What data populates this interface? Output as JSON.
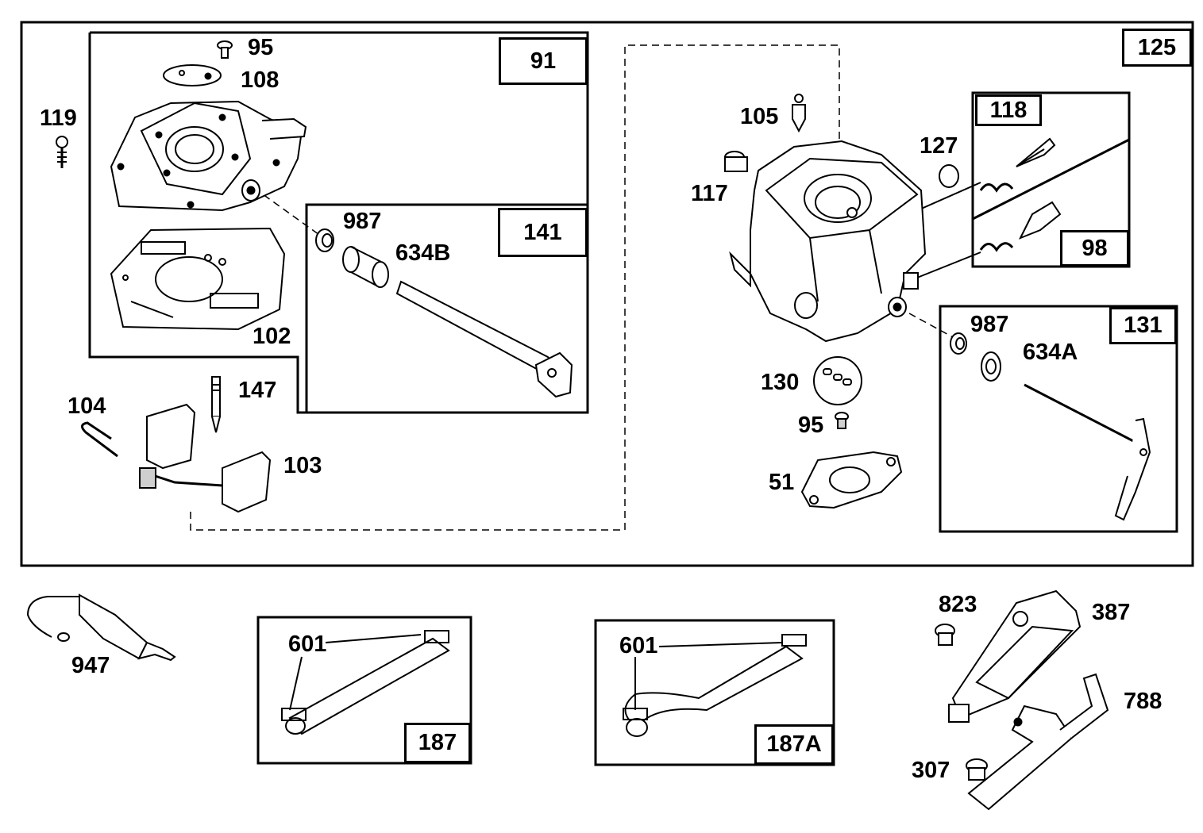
{
  "kits": {
    "k125": "125",
    "k91": "91",
    "k141": "141",
    "k118": "118",
    "k98": "98",
    "k131": "131",
    "k187": "187",
    "k187a": "187A"
  },
  "callouts": {
    "c95a": "95",
    "c108": "108",
    "c119": "119",
    "c987a": "987",
    "c634b": "634B",
    "c102": "102",
    "c147": "147",
    "c104": "104",
    "c103": "103",
    "c105": "105",
    "c127": "127",
    "c117": "117",
    "c987b": "987",
    "c634a": "634A",
    "c130": "130",
    "c95b": "95",
    "c51": "51",
    "c947": "947",
    "c601a": "601",
    "c601b": "601",
    "c823": "823",
    "c387": "387",
    "c788": "788",
    "c307": "307"
  }
}
